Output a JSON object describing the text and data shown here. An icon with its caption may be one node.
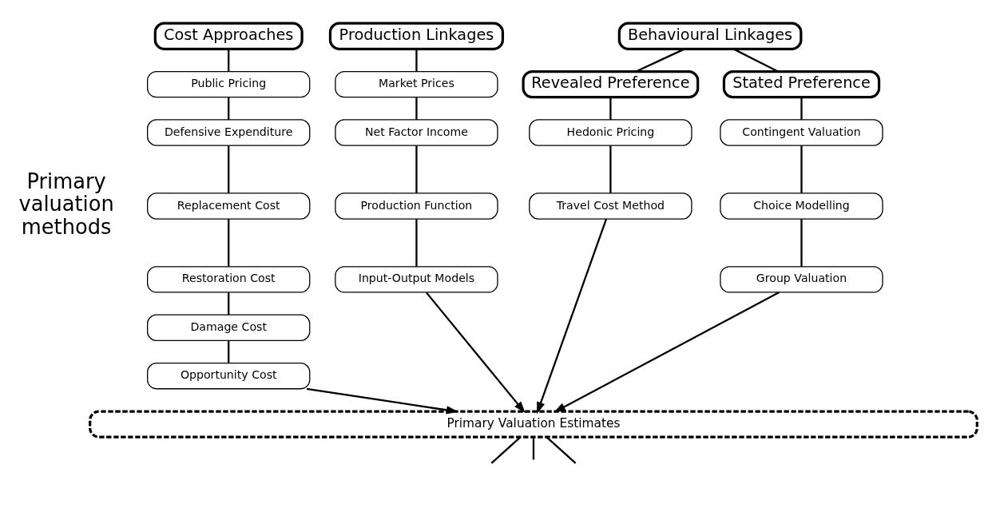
{
  "diagram": {
    "nodes": [
      {
        "text": [
          "Cost Approaches"
        ]
      },
      {
        "text": [
          "Public Pricing"
        ]
      },
      {
        "text": [
          "Defensive Expenditure"
        ]
      },
      {
        "text": [
          "Replacement Cost"
        ]
      },
      {
        "text": [
          "Restoration Cost"
        ]
      },
      {
        "text": [
          "Damage Cost"
        ]
      },
      {
        "text": [
          "Opportunity Cost"
        ]
      },
      {
        "text": [
          "Production Linkages"
        ]
      },
      {
        "text": [
          "Market Prices"
        ]
      },
      {
        "text": [
          "Net Factor Income"
        ]
      },
      {
        "text": [
          "Production Function"
        ]
      },
      {
        "text": [
          "Input-Output Models"
        ]
      },
      {
        "text": [
          "Behavioural Linkages"
        ]
      },
      {
        "text": [
          "Revealed Preference"
        ]
      },
      {
        "text": [
          "Hedonic Pricing"
        ]
      },
      {
        "text": [
          "Travel Cost Method"
        ]
      },
      {
        "text": [
          "Stated Preference"
        ]
      },
      {
        "text": [
          "Contingent Valuation"
        ]
      },
      {
        "text": [
          "Choice Modelling"
        ]
      },
      {
        "text": [
          "Group Valuation"
        ]
      },
      {
        "text": [
          "Primary Valuation Estimates"
        ]
      }
    ],
    "edges": [
      {
        "from": 0,
        "to": 1,
        "arrow": "none"
      },
      {
        "from": 1,
        "to": 2,
        "arrow": "none"
      },
      {
        "from": 2,
        "to": 3,
        "arrow": "none"
      },
      {
        "from": 3,
        "to": 4,
        "arrow": "none"
      },
      {
        "from": 4,
        "to": 5,
        "arrow": "none"
      },
      {
        "from": 5,
        "to": 6,
        "arrow": "none"
      },
      {
        "from": 6,
        "to": 20,
        "arrow": "to"
      },
      {
        "from": 7,
        "to": 8,
        "arrow": "none"
      },
      {
        "from": 8,
        "to": 9,
        "arrow": "none"
      },
      {
        "from": 9,
        "to": 10,
        "arrow": "none"
      },
      {
        "from": 10,
        "to": 11,
        "arrow": "none"
      },
      {
        "from": 11,
        "to": 20,
        "arrow": "to"
      },
      {
        "from": 12,
        "to": 13,
        "arrow": "none"
      },
      {
        "from": 12,
        "to": 16,
        "arrow": "none"
      },
      {
        "from": 13,
        "to": 14,
        "arrow": "none"
      },
      {
        "from": 14,
        "to": 15,
        "arrow": "none"
      },
      {
        "from": 15,
        "to": 20,
        "arrow": "to"
      },
      {
        "from": 16,
        "to": 17,
        "arrow": "none"
      },
      {
        "from": 17,
        "to": 18,
        "arrow": "none"
      },
      {
        "from": 18,
        "to": 19,
        "arrow": "none"
      },
      {
        "from": 19,
        "to": 20,
        "arrow": "to"
      },
      {
        "from": 20,
        "to": null,
        "arrow": "none"
      },
      {
        "from": 20,
        "to": null,
        "arrow": "none"
      },
      {
        "from": 20,
        "to": null,
        "arrow": "none"
      }
    ],
    "labels": [
      "Primary valuation methods"
    ]
  }
}
